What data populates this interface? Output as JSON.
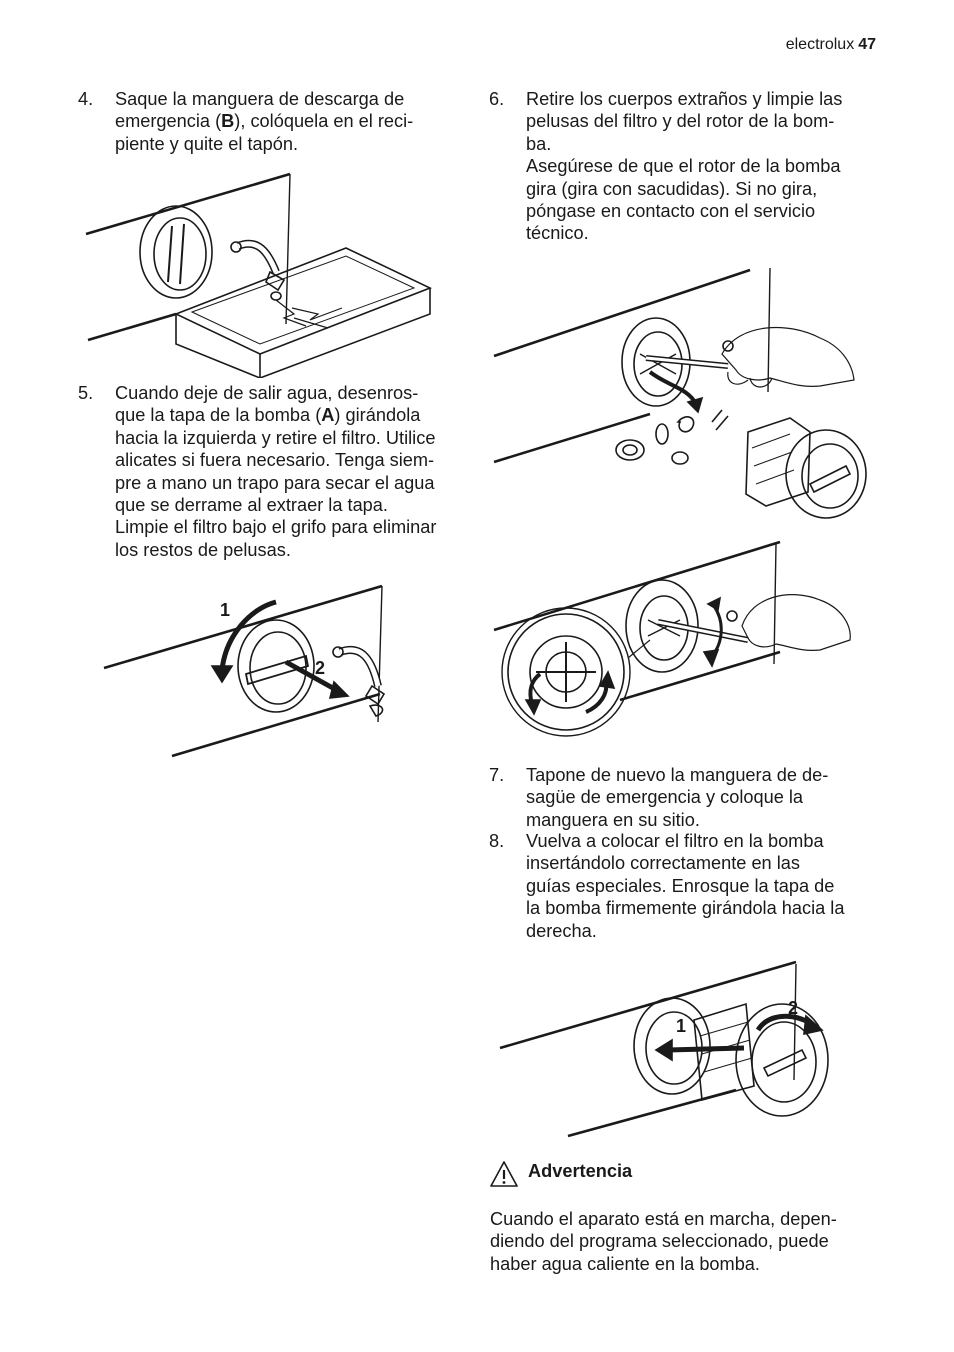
{
  "header": {
    "brand": "electrolux",
    "page_number": "47"
  },
  "left": {
    "step4": {
      "number": "4.",
      "lines": [
        "Saque la manguera de descarga de",
        "emergencia (B), colóquela en el reci-",
        "piente y quite el tapón."
      ],
      "line2_pre": "emergencia (",
      "bold": "B",
      "line2_post": "), colóquela en el reci-"
    },
    "step5": {
      "number": "5.",
      "line1": "Cuando deje de salir agua, desenros-",
      "line2_pre": "que la tapa de la bomba (",
      "bold": "A",
      "line2_post": ") girándola",
      "rest": [
        "hacia la izquierda y retire el filtro. Utilice",
        "alicates si fuera necesario. Tenga siem-",
        "pre a mano un trapo para secar el agua",
        "que se derrame al extraer la tapa.",
        "Limpie el filtro bajo el grifo para eliminar",
        "los restos de pelusas."
      ]
    },
    "fig_step5_labels": {
      "one": "1",
      "two": "2"
    }
  },
  "right": {
    "step6": {
      "number": "6.",
      "lines": [
        "Retire los cuerpos extraños y limpie las",
        "pelusas del filtro y del rotor de la bom-",
        "ba.",
        "Asegúrese de que el rotor de la bomba",
        "gira (gira con sacudidas). Si no gira,",
        "póngase en contacto con el servicio",
        "técnico."
      ]
    },
    "step7": {
      "number": "7.",
      "lines": [
        "Tapone de nuevo la manguera de de-",
        "sagüe de emergencia y coloque la",
        "manguera en su sitio."
      ]
    },
    "step8": {
      "number": "8.",
      "lines": [
        "Vuelva a colocar el filtro en la bomba",
        "insertándolo correctamente en las",
        "guías especiales. Enrosque la tapa de",
        "la bomba firmemente girándola hacia la",
        "derecha."
      ]
    },
    "fig_step8_labels": {
      "one": "1",
      "two": "2"
    },
    "warning": {
      "title": "Advertencia",
      "lines": [
        "Cuando el aparato está en marcha, depen-",
        "diendo del programa seleccionado, puede",
        "haber agua caliente en la bomba."
      ]
    }
  }
}
